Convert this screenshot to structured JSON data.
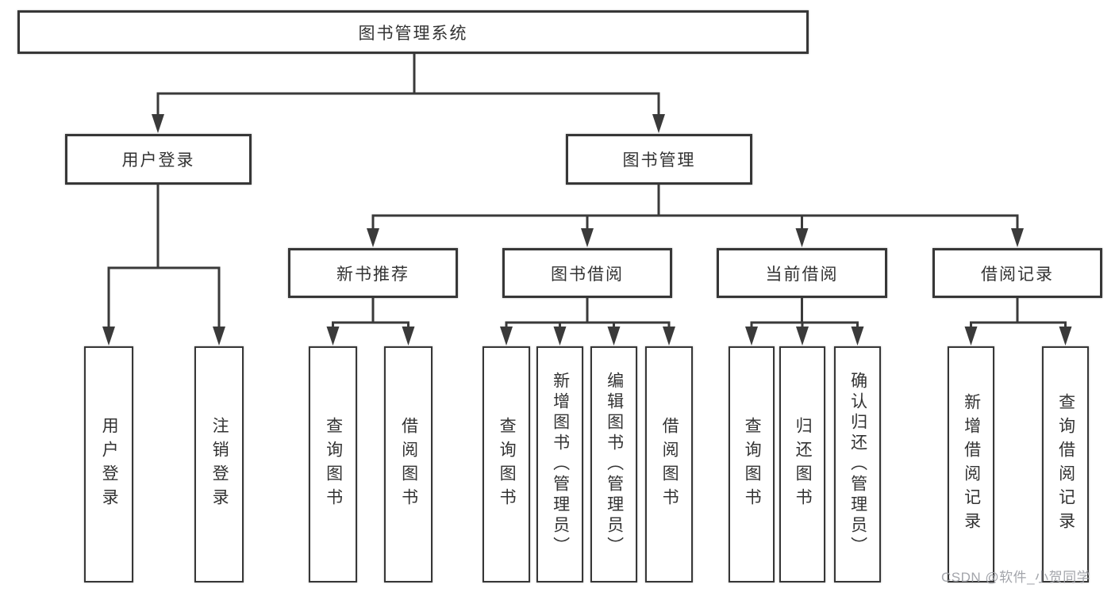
{
  "diagram": {
    "root": {
      "label": "图书管理系统"
    },
    "branches": [
      {
        "label": "用户登录",
        "children": [
          {
            "label": "用户登录"
          },
          {
            "label": "注销登录"
          }
        ]
      },
      {
        "label": "图书管理",
        "children": [
          {
            "label": "新书推荐",
            "children": [
              {
                "label": "查询图书"
              },
              {
                "label": "借阅图书"
              }
            ]
          },
          {
            "label": "图书借阅",
            "children": [
              {
                "label": "查询图书"
              },
              {
                "label": "新增图书（管理员）"
              },
              {
                "label": "编辑图书（管理员）"
              },
              {
                "label": "借阅图书"
              }
            ]
          },
          {
            "label": "当前借阅",
            "children": [
              {
                "label": "查询图书"
              },
              {
                "label": "归还图书"
              },
              {
                "label": "确认归还（管理员）"
              }
            ]
          },
          {
            "label": "借阅记录",
            "children": [
              {
                "label": "新增借阅记录"
              },
              {
                "label": "查询借阅记录"
              }
            ]
          }
        ]
      }
    ]
  },
  "watermark": {
    "text": "CSDN @软件_小贺同学"
  },
  "colors": {
    "line": "#3a3a3a",
    "box_border": "#373737",
    "text": "#333333",
    "watermark": "#9ea0a6",
    "background": "#ffffff"
  }
}
